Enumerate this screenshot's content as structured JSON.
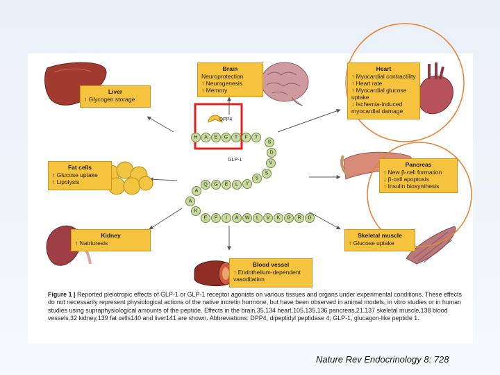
{
  "figure": {
    "organs": {
      "brain": {
        "title": "Brain",
        "lines": [
          "Neuroprotection",
          "↑ Neurogenesis",
          "↑ Memory"
        ]
      },
      "heart": {
        "title": "Heart",
        "lines": [
          "↑ Myocardial contractility",
          "↑ Heart rate",
          "↑ Myocardial glucose",
          "   uptake",
          "↓ Ischemia-induced",
          "   myocardial damage"
        ]
      },
      "liver": {
        "title": "Liver",
        "lines": [
          "↑ Glycogen storage"
        ]
      },
      "fat": {
        "title": "Fat cells",
        "lines": [
          "↑ Glucose uptake",
          "↑ Lipolysis"
        ]
      },
      "pancreas": {
        "title": "Pancreas",
        "lines": [
          "↑ New β-cell formation",
          "↓ β-cell apoptosis",
          "↑ Insulin biosynthesis"
        ]
      },
      "kidney": {
        "title": "Kidney",
        "lines": [
          "↑ Natriuresis"
        ]
      },
      "muscle": {
        "title": "Skeletal muscle",
        "lines": [
          "↑ Glucose uptake"
        ]
      },
      "vessel": {
        "title": "Blood vessel",
        "lines": [
          "↑ Endothelium-dependent",
          "   vasodilation"
        ]
      }
    },
    "dpp4_label": "DPP4",
    "glp1_label": "GLP-1",
    "peptide_residues": [
      "H",
      "A",
      "E",
      "G",
      "T",
      "F",
      "T",
      "S",
      "D",
      "V",
      "S",
      "S",
      "Y",
      "L",
      "E",
      "G",
      "Q",
      "A",
      "A",
      "K",
      "E",
      "F",
      "I",
      "A",
      "W",
      "L",
      "V",
      "K",
      "G",
      "R",
      "G"
    ],
    "caption": {
      "bold": "Figure 1 | ",
      "text": "Reported pleiotropic effects of GLP-1 or GLP-1 receptor agonists on various tissues and organs under experimental conditions. These effects do not necessarily represent physiological actions of the native incretin hormone, but have been observed in animal models, in vitro studies or in human studies using supraphysiological amounts of the peptide. Effects in the brain,35,134 heart,105,135,136 pancreas,21,137 skeletal muscle,138 blood vessels,32 kidney,139 fat cells140 and liver141 are shown. Abbreviations: DPP4, dipeptidyl peptidase 4; GLP-1, glucagon-like peptide 1."
    }
  },
  "citation": "Nature Rev Endocrinology 8: 728",
  "colors": {
    "box": "#f6c33e",
    "highlight": "#e0201f",
    "circle": "#e8843a",
    "residue": "#c9dba0",
    "arrow": "#555555"
  }
}
